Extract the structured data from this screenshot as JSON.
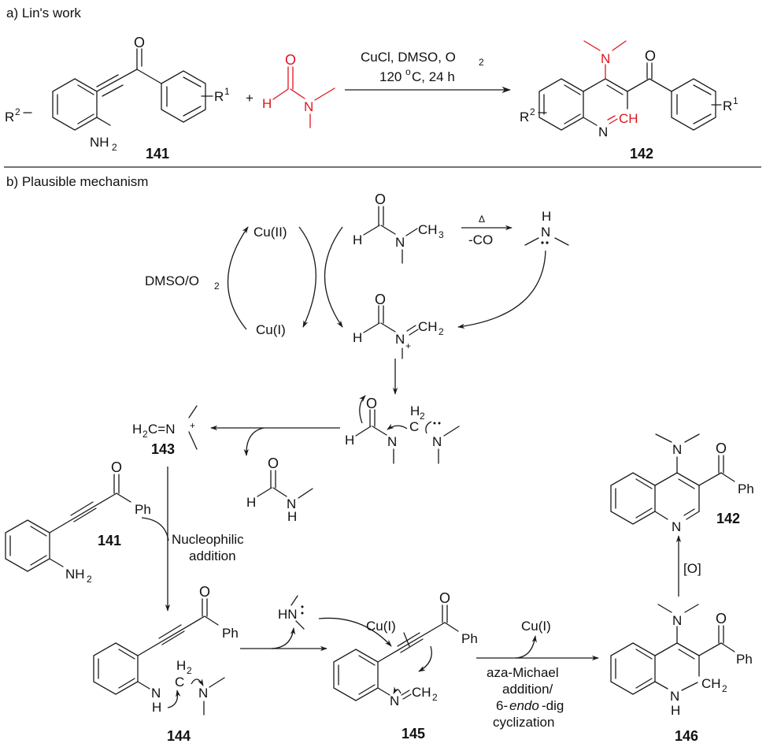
{
  "sections": {
    "a_title": "a) Lin's work",
    "b_title": "b) Plausible mechanism"
  },
  "colors": {
    "highlight": "#e0141e",
    "ink": "#1a1a1a",
    "background": "#ffffff"
  },
  "part_a": {
    "reactant_label": "141",
    "product_label": "142",
    "plus": "+",
    "conditions_line1": "CuCl, DMSO, O",
    "conditions_line1_sub": "2",
    "conditions_line2_a": "120 ",
    "conditions_line2_sup": "o",
    "conditions_line2_b": "C, 24 h",
    "atoms": {
      "O": "O",
      "R1": "R",
      "R1_sup": "1",
      "R2": "R",
      "R2_sup": "2",
      "NH2": "NH",
      "NH2_sub": "2",
      "H": "H",
      "N": "N",
      "CH": "CH"
    }
  },
  "part_b": {
    "cu2": "Cu(II)",
    "cu1": "Cu(I)",
    "dmso_o2": "DMSO/O",
    "dmso_o2_sub": "2",
    "delta": "Δ",
    "minus_co": "-CO",
    "ch3": "CH",
    "ch3_sub": "3",
    "ch2": "CH",
    "ch2_sub": "2",
    "h2": "H",
    "h2_sub": "2",
    "plus_charge": "+",
    "h2c_eq_n": "H",
    "h2c_eq_n_sub": "2",
    "h2c_eq_n_rest": "C=N",
    "compound_143": "143",
    "compound_141": "141",
    "compound_144": "144",
    "compound_145": "145",
    "compound_146": "146",
    "compound_142": "142",
    "ph": "Ph",
    "nucleophilic_1": "Nucleophilic",
    "nucleophilic_2": "addition",
    "hn": "HN",
    "cu1_label": "Cu(I)",
    "aza_1": "aza-Michael",
    "aza_2": "addition/",
    "aza_3a": "6-",
    "aza_3b": "endo",
    "aza_3c": "-dig",
    "aza_4": "cyclization",
    "oxidation": "[O]",
    "atoms": {
      "O": "O",
      "H": "H",
      "N": "N",
      "C": "C",
      "NH2": "NH",
      "NH2_sub": "2"
    }
  }
}
